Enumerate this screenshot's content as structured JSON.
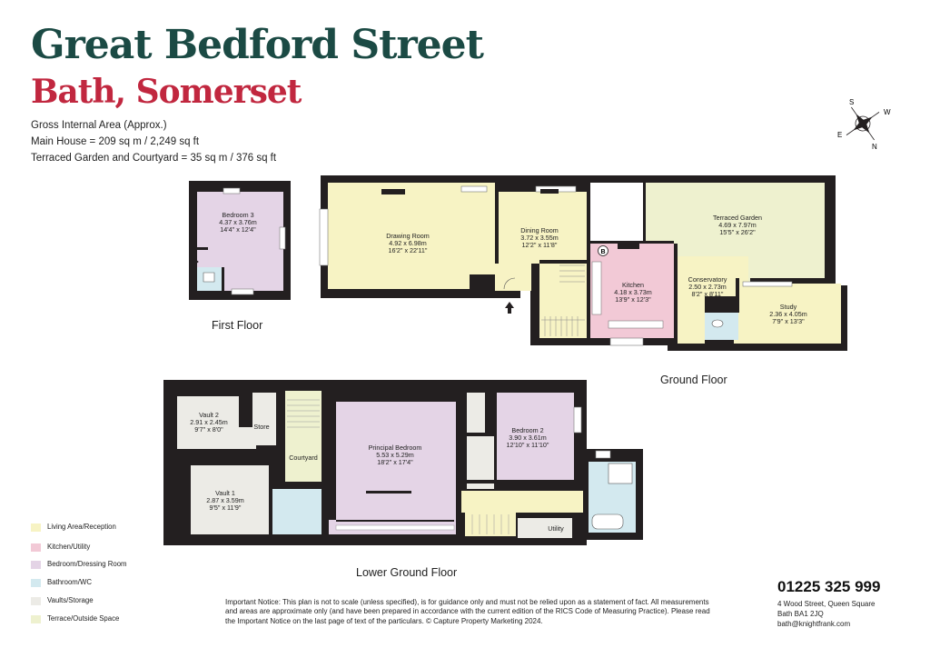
{
  "header": {
    "title": "Great Bedford Street",
    "subtitle": "Bath, Somerset",
    "area_lines": [
      "Gross Internal Area (Approx.)",
      "Main House = 209 sq m / 2,249 sq ft",
      "Terraced Garden and Courtyard = 35 sq m / 376 sq ft"
    ]
  },
  "colors": {
    "living": "#f7f3c4",
    "kitchen": "#f2c9d6",
    "bedroom": "#e4d4e6",
    "bathroom": "#d3e9ef",
    "vaults": "#ecebe6",
    "terrace": "#eef1cf",
    "wall": "#231f20",
    "title": "#1b4a44",
    "subtitle": "#c1273f"
  },
  "floors": {
    "first": "First Floor",
    "ground": "Ground Floor",
    "lower": "Lower Ground Floor"
  },
  "rooms": {
    "bedroom3": [
      "Bedroom 3",
      "4.37 x 3.76m",
      "14'4\" x 12'4\""
    ],
    "drawing": [
      "Drawing Room",
      "4.92 x 6.98m",
      "16'2\" x 22'11\""
    ],
    "dining": [
      "Dining Room",
      "3.72 x 3.55m",
      "12'2\" x 11'8\""
    ],
    "garden": [
      "Terraced Garden",
      "4.69 x 7.97m",
      "15'5\" x 26'2\""
    ],
    "kitchen": [
      "Kitchen",
      "4.18 x 3.73m",
      "13'9\" x 12'3\""
    ],
    "conservatory": [
      "Conservatory",
      "2.50 x 2.73m",
      "8'2\" x 8'11\""
    ],
    "study": [
      "Study",
      "2.36 x 4.05m",
      "7'9\" x 13'3\""
    ],
    "vault2": [
      "Vault 2",
      "2.91 x 2.45m",
      "9'7\" x 8'0\""
    ],
    "vault1": [
      "Vault 1",
      "2.87 x 3.59m",
      "9'5\" x 11'9\""
    ],
    "principal": [
      "Principal Bedroom",
      "5.53 x 5.29m",
      "18'2\" x 17'4\""
    ],
    "bedroom2": [
      "Bedroom 2",
      "3.90 x 3.61m",
      "12'10\" x 11'10\""
    ],
    "store": [
      "Store"
    ],
    "courtyard": [
      "Courtyard"
    ],
    "utility": [
      "Utility"
    ]
  },
  "boiler_marker": "B",
  "compass": {
    "n": "N",
    "s": "S",
    "e": "E",
    "w": "W"
  },
  "legend": [
    {
      "label": "Living Area/Reception",
      "color": "#f7f3c4"
    },
    {
      "label": "Kitchen/Utility",
      "color": "#f2c9d6"
    },
    {
      "label": "Bedroom/Dressing Room",
      "color": "#e4d4e6"
    },
    {
      "label": "Bathroom/WC",
      "color": "#d3e9ef"
    },
    {
      "label": "Vaults/Storage",
      "color": "#ecebe6"
    },
    {
      "label": "Terrace/Outside Space",
      "color": "#eef1cf"
    }
  ],
  "notice": "Important Notice: This plan is not to scale (unless specified), is for guidance only and must not be relied upon as a statement of fact. All measurements and areas are approximate only (and have been prepared in accordance with the current edition of the RICS Code of Measuring Practice). Please read the Important Notice on the last page of text of the particulars. © Capture Property Marketing 2024.",
  "contact": {
    "phone": "01225 325 999",
    "address1": "4 Wood Street, Queen Square",
    "address2": "Bath BA1 2JQ",
    "email": "bath@knightfrank.com"
  }
}
